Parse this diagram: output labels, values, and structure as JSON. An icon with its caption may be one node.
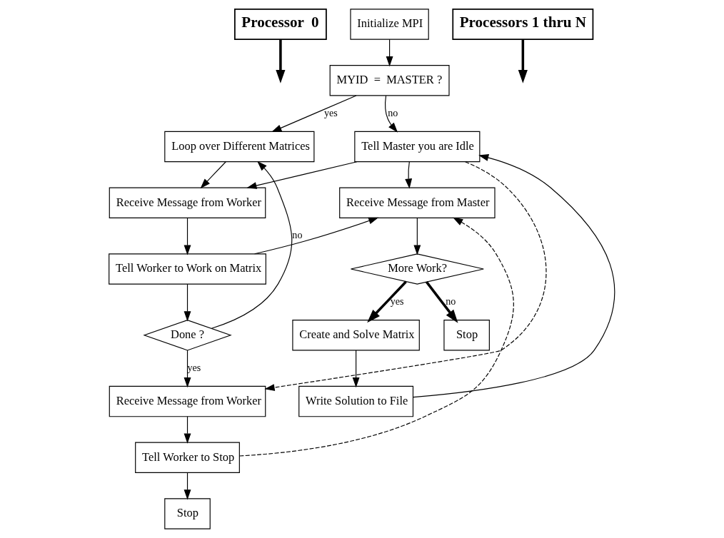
{
  "diagram": {
    "nodes": [
      {
        "text": [
          "Processor  0"
        ]
      },
      {
        "text": [
          "Initialize MPI"
        ]
      },
      {
        "text": [
          "Processors 1 thru N"
        ]
      },
      {
        "text": [
          "MYID  =  MASTER ?"
        ]
      },
      {
        "text": [
          "Loop over Different Matrices"
        ]
      },
      {
        "text": [
          "Tell Master you are Idle"
        ]
      },
      {
        "text": [
          "Receive Message from Worker"
        ]
      },
      {
        "text": [
          "Receive Message from Master"
        ]
      },
      {
        "text": [
          "Tell Worker to Work on Matrix"
        ]
      },
      {
        "text": [
          "More Work?"
        ]
      },
      {
        "text": [
          "Done ?"
        ]
      },
      {
        "text": [
          "Create and Solve Matrix"
        ]
      },
      {
        "text": [
          "Stop"
        ]
      },
      {
        "text": [
          "Receive Message from Worker"
        ]
      },
      {
        "text": [
          "Write Solution to File"
        ]
      },
      {
        "text": [
          "Tell Worker to Stop"
        ]
      },
      {
        "text": [
          "Stop"
        ]
      }
    ],
    "edges": [
      {
        "from": 0,
        "to": null,
        "arrow": "to",
        "style": "thick"
      },
      {
        "from": 2,
        "to": null,
        "arrow": "to",
        "style": "thick"
      },
      {
        "from": 1,
        "to": 3,
        "arrow": "to"
      },
      {
        "from": 3,
        "to": 4,
        "arrow": "to",
        "label": "yes"
      },
      {
        "from": 3,
        "to": 5,
        "arrow": "to",
        "label": "no"
      },
      {
        "from": 4,
        "to": 6,
        "arrow": "to"
      },
      {
        "from": 5,
        "to": 6,
        "arrow": "to"
      },
      {
        "from": 5,
        "to": 13,
        "arrow": "to",
        "style": "dashed"
      },
      {
        "from": 5,
        "to": 7,
        "arrow": "to"
      },
      {
        "from": 6,
        "to": 8,
        "arrow": "to"
      },
      {
        "from": 8,
        "to": 7,
        "arrow": "to"
      },
      {
        "from": 7,
        "to": 9,
        "arrow": "to"
      },
      {
        "from": 9,
        "to": 11,
        "arrow": "to",
        "label": "yes",
        "style": "thick"
      },
      {
        "from": 9,
        "to": 12,
        "arrow": "to",
        "label": "no",
        "style": "thick"
      },
      {
        "from": 8,
        "to": 10,
        "arrow": "to"
      },
      {
        "from": 10,
        "to": 4,
        "arrow": "to",
        "label": "no"
      },
      {
        "from": 10,
        "to": 13,
        "arrow": "to",
        "label": "yes"
      },
      {
        "from": 11,
        "to": 14,
        "arrow": "to"
      },
      {
        "from": 14,
        "to": 5,
        "arrow": "to"
      },
      {
        "from": 13,
        "to": 15,
        "arrow": "to"
      },
      {
        "from": 15,
        "to": 7,
        "arrow": "to",
        "style": "dashed"
      },
      {
        "from": 15,
        "to": 16,
        "arrow": "to"
      }
    ]
  }
}
